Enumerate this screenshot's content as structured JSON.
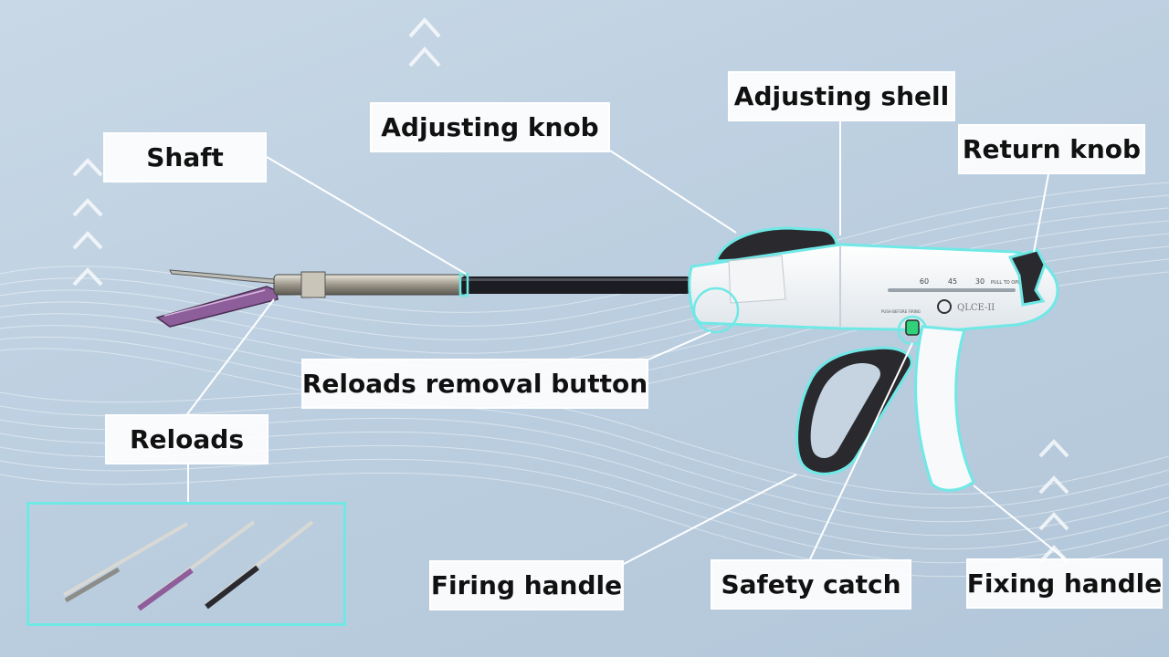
{
  "labels": {
    "adjusting_shell": "Adjusting shell",
    "adjusting_knob": "Adjusting knob",
    "shaft": "Shaft",
    "return_knob": "Return knob",
    "reloads_removal_button": "Reloads removal button",
    "reloads": "Reloads",
    "firing_handle": "Firing handle",
    "safety_catch": "Safety catch",
    "fixing_handle": "Fixing handle"
  },
  "device": {
    "scale_marks": [
      "60",
      "45",
      "30"
    ],
    "scale_caption": "PULL TO OPEN",
    "model": "QLCE-II",
    "safety_text": "PUSH BEFORE FIRING"
  },
  "colors": {
    "highlight": "#6fe8e6",
    "handle_dark": "#2a2a2e",
    "body_white": "#f7f9fb",
    "shaft_dark": "#1c1d22",
    "reload_purple": "#8e5e9a"
  }
}
